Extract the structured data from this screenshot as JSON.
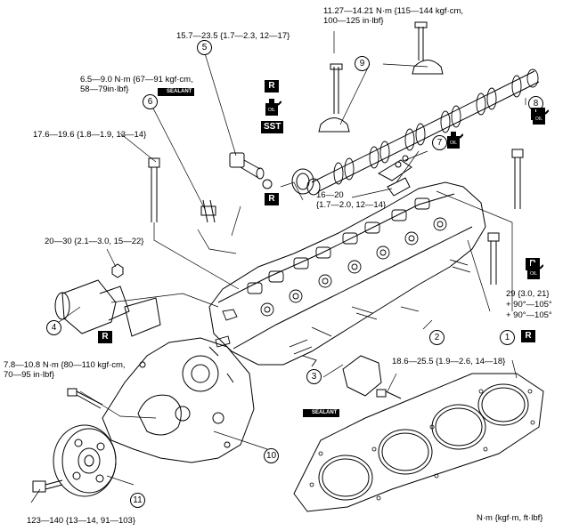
{
  "torques": {
    "cam_cap": [
      "11.27—14.21 N·m {115—144 kgf·cm,",
      "100—125 in·lbf}"
    ],
    "sensor5": "15.7—23.5 {1.7—2.3, 12—17}",
    "plug6": [
      "6.5—9.0 N·m {67—91 kgf·cm,",
      "58—79in·lbf}"
    ],
    "stud": "17.6—19.6 {1.8—1.9, 13—14}",
    "outlet_nut": "20—30 {2.1—3.0, 15—22}",
    "rocker7": [
      "16—20",
      "{1.7—2.0, 12—14}"
    ],
    "head_bolt": [
      "29 {3.0, 21}",
      "+ 90°—105°",
      "+ 90°—105°"
    ],
    "plate_bolt": "18.6—25.5 {1.9—2.6, 14—18}",
    "cover_bolt": [
      "7.8—10.8 N·m {80—110 kgf·cm,",
      "70—95 in·lbf}"
    ],
    "pulley_bolt": "123—140 {13—14, 91—103}"
  },
  "callouts": [
    "1",
    "2",
    "3",
    "4",
    "5",
    "6",
    "7",
    "8",
    "9",
    "10",
    "11"
  ],
  "badges": {
    "replace": "R",
    "sst": "SST",
    "sealant": "SEALANT",
    "oil": "OIL"
  },
  "units": "N·m {kgf·m, ft·lbf}"
}
